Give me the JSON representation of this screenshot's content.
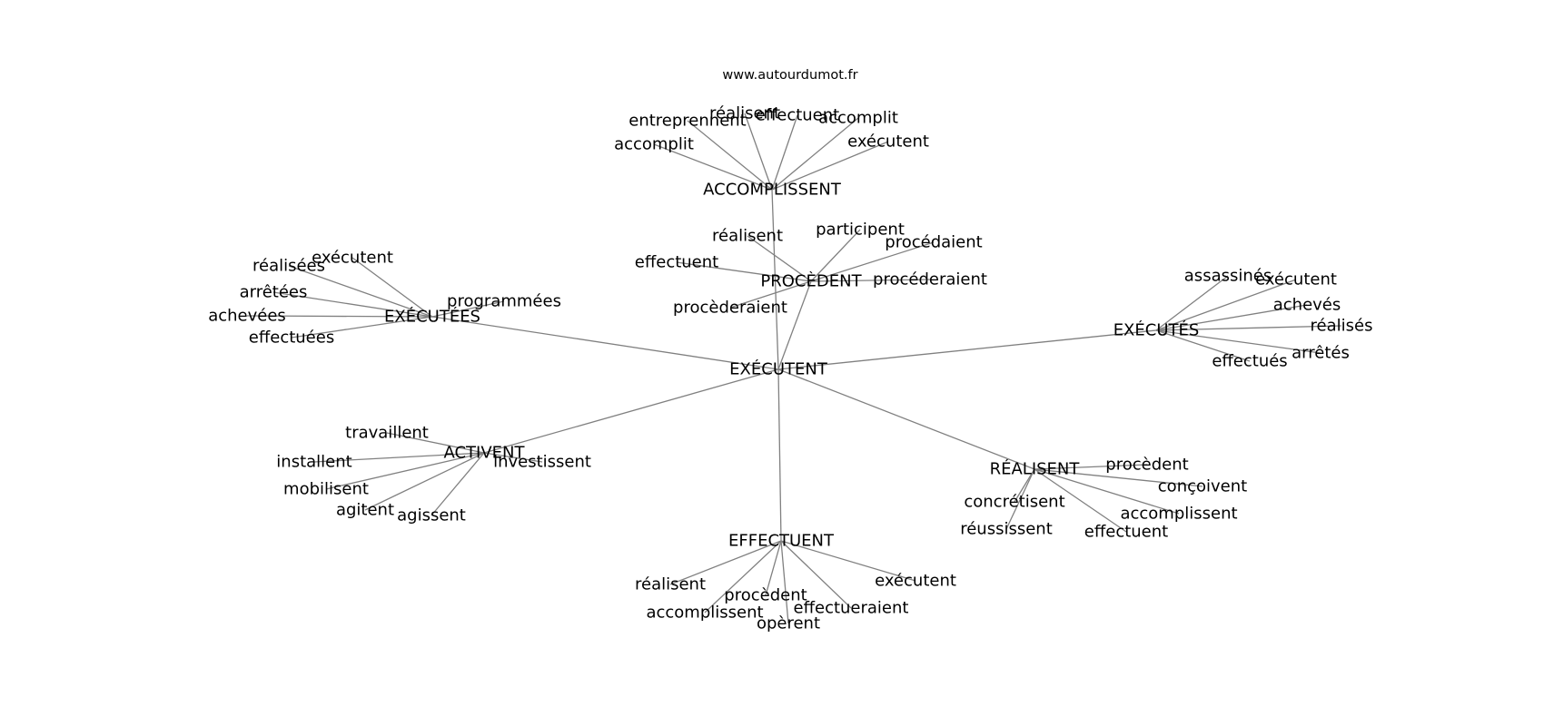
{
  "header": {
    "source": "www.autourdumot.fr"
  },
  "graph": {
    "center": "EXÉCUTENT",
    "edge_color": "#808080",
    "groups": [
      {
        "hub": "ACCOMPLISSENT",
        "leaves": [
          "entreprennent",
          "réalisent",
          "accomplit",
          "effectuent",
          "accomplit",
          "exécutent"
        ]
      },
      {
        "hub": "PROCÈDENT",
        "leaves": [
          "réalisent",
          "participent",
          "procédaient",
          "effectuent",
          "procéderaient",
          "procèderaient"
        ]
      },
      {
        "hub": "EXÉCUTÉES",
        "leaves": [
          "exécutent",
          "réalisées",
          "arrêtées",
          "achevées",
          "effectuées",
          "programmées"
        ]
      },
      {
        "hub": "EXÉCUTÉS",
        "leaves": [
          "assassinés",
          "exécutent",
          "achevés",
          "réalisés",
          "arrêtés",
          "effectués"
        ]
      },
      {
        "hub": "ACTIVENT",
        "leaves": [
          "travaillent",
          "installent",
          "mobilisent",
          "agitent",
          "agissent",
          "investissent"
        ]
      },
      {
        "hub": "RÉALISENT",
        "leaves": [
          "procèdent",
          "conçoivent",
          "accomplissent",
          "effectuent",
          "concrétisent",
          "réussissent"
        ]
      },
      {
        "hub": "EFFECTUENT",
        "leaves": [
          "réalisent",
          "accomplissent",
          "procèdent",
          "opèrent",
          "effectueraient",
          "exécutent"
        ]
      }
    ]
  }
}
